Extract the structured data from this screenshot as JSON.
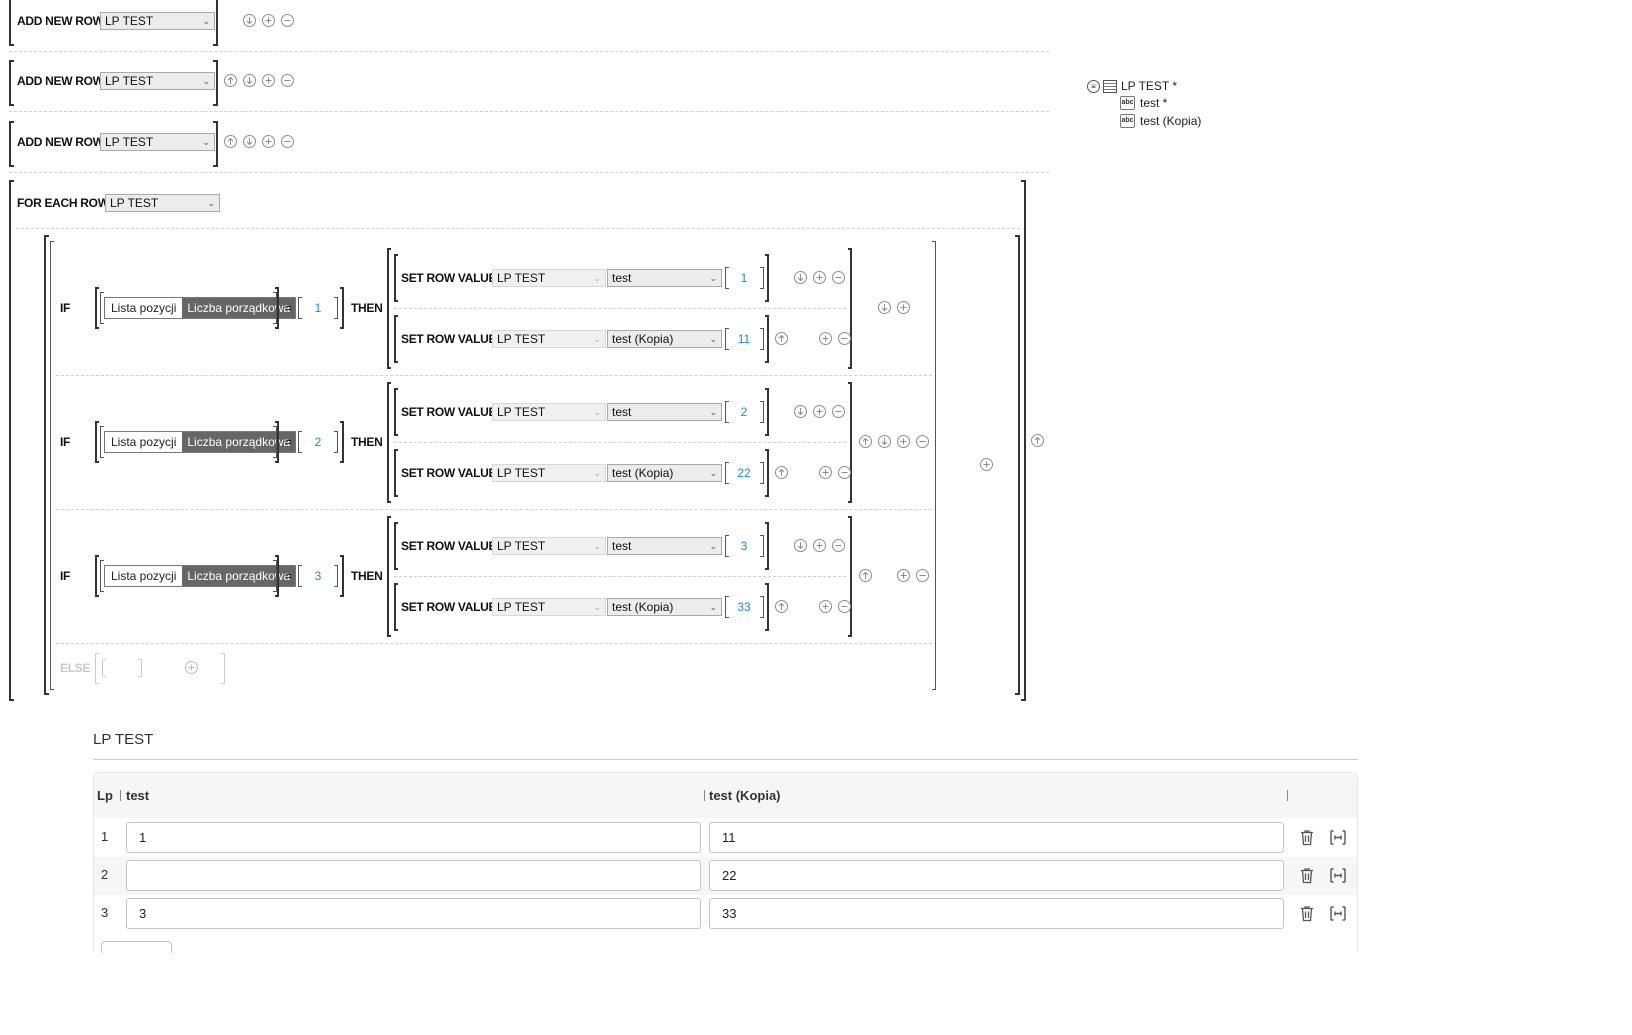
{
  "blocks": {
    "add_rows": [
      {
        "keyword": "ADD NEW ROW",
        "table": "LP TEST"
      },
      {
        "keyword": "ADD NEW ROW",
        "table": "LP TEST"
      },
      {
        "keyword": "ADD NEW ROW",
        "table": "LP TEST"
      }
    ],
    "for_each": {
      "keyword": "FOR EACH ROW",
      "table": "LP TEST"
    },
    "if_keyword": "IF",
    "then_keyword": "THEN",
    "else_keyword": "ELSE",
    "equals": "=",
    "conditions": [
      {
        "source": "Lista pozycji",
        "field": "Liczba porządkowa",
        "value": "1",
        "actions": [
          {
            "keyword": "SET ROW VALUE",
            "table": "LP TEST",
            "column": "test",
            "value": "1"
          },
          {
            "keyword": "SET ROW VALUE",
            "table": "LP TEST",
            "column": "test (Kopia)",
            "value": "11"
          }
        ]
      },
      {
        "source": "Lista pozycji",
        "field": "Liczba porządkowa",
        "value": "2",
        "actions": [
          {
            "keyword": "SET ROW VALUE",
            "table": "LP TEST",
            "column": "test",
            "value": "2"
          },
          {
            "keyword": "SET ROW VALUE",
            "table": "LP TEST",
            "column": "test (Kopia)",
            "value": "22"
          }
        ]
      },
      {
        "source": "Lista pozycji",
        "field": "Liczba porządkowa",
        "value": "3",
        "actions": [
          {
            "keyword": "SET ROW VALUE",
            "table": "LP TEST",
            "column": "test",
            "value": "3"
          },
          {
            "keyword": "SET ROW VALUE",
            "table": "LP TEST",
            "column": "test (Kopia)",
            "value": "33"
          }
        ]
      }
    ]
  },
  "tree": {
    "root": "LP TEST *",
    "children": [
      "test *",
      "test (Kopia)"
    ],
    "abc": "abc"
  },
  "table": {
    "title": "LP TEST",
    "headers": [
      "Lp",
      "test",
      "test (Kopia)"
    ],
    "rows": [
      {
        "lp": "1",
        "test": "1",
        "kopia": "11"
      },
      {
        "lp": "2",
        "test": "",
        "kopia": "22"
      },
      {
        "lp": "3",
        "test": "3",
        "kopia": "33"
      }
    ]
  },
  "icons": {
    "down": "arrow-down-icon",
    "up": "arrow-up-icon",
    "add": "plus-icon",
    "remove": "minus-icon",
    "delete": "trash-icon",
    "split": "split-row-icon"
  },
  "colors": {
    "accent": "#1e88e5",
    "chip_dark": "#666666"
  }
}
